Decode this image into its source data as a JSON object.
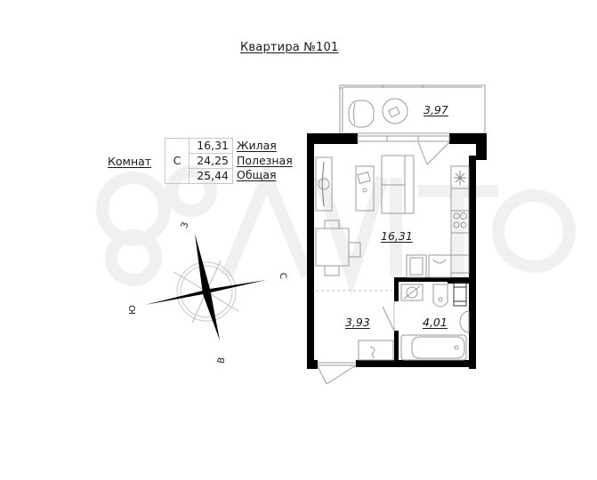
{
  "title": "Квартира №101",
  "legend": {
    "label": "Комнат",
    "room_code": "С",
    "rows": [
      {
        "value": "16,31",
        "name": "Жилая"
      },
      {
        "value": "24,25",
        "name": "Полезная"
      },
      {
        "value": "25,44",
        "name": "Общая"
      }
    ]
  },
  "rooms": {
    "balcony": {
      "area": "3,97"
    },
    "living": {
      "area": "16,31"
    },
    "hall": {
      "area": "3,93"
    },
    "bathroom": {
      "area": "4,01"
    }
  },
  "compass": {
    "north": "С",
    "south": "Ю",
    "west": "З",
    "east": "В"
  },
  "colors": {
    "wall": "#000000",
    "line": "#9a9a9a",
    "background": "#ffffff",
    "watermark": "#f2f2f2"
  }
}
